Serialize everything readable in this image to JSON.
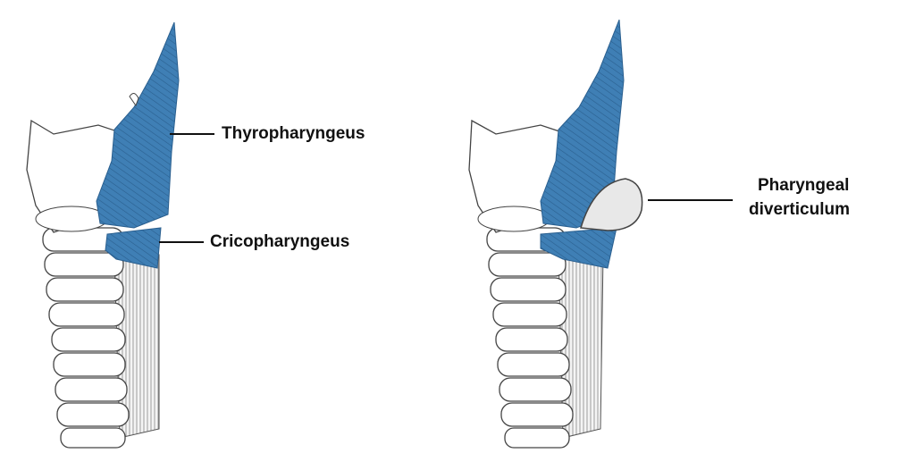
{
  "labels": {
    "thyropharyngeus": "Thyropharyngeus",
    "cricopharyngeus": "Cricopharyngeus",
    "diverticulum_line1": "Pharyngeal",
    "diverticulum_line2": "diverticulum"
  },
  "colors": {
    "muscle": "#3f7fb5",
    "muscle_dark": "#2a5f8f",
    "cartilage": "#ffffff",
    "outline": "#444444"
  }
}
